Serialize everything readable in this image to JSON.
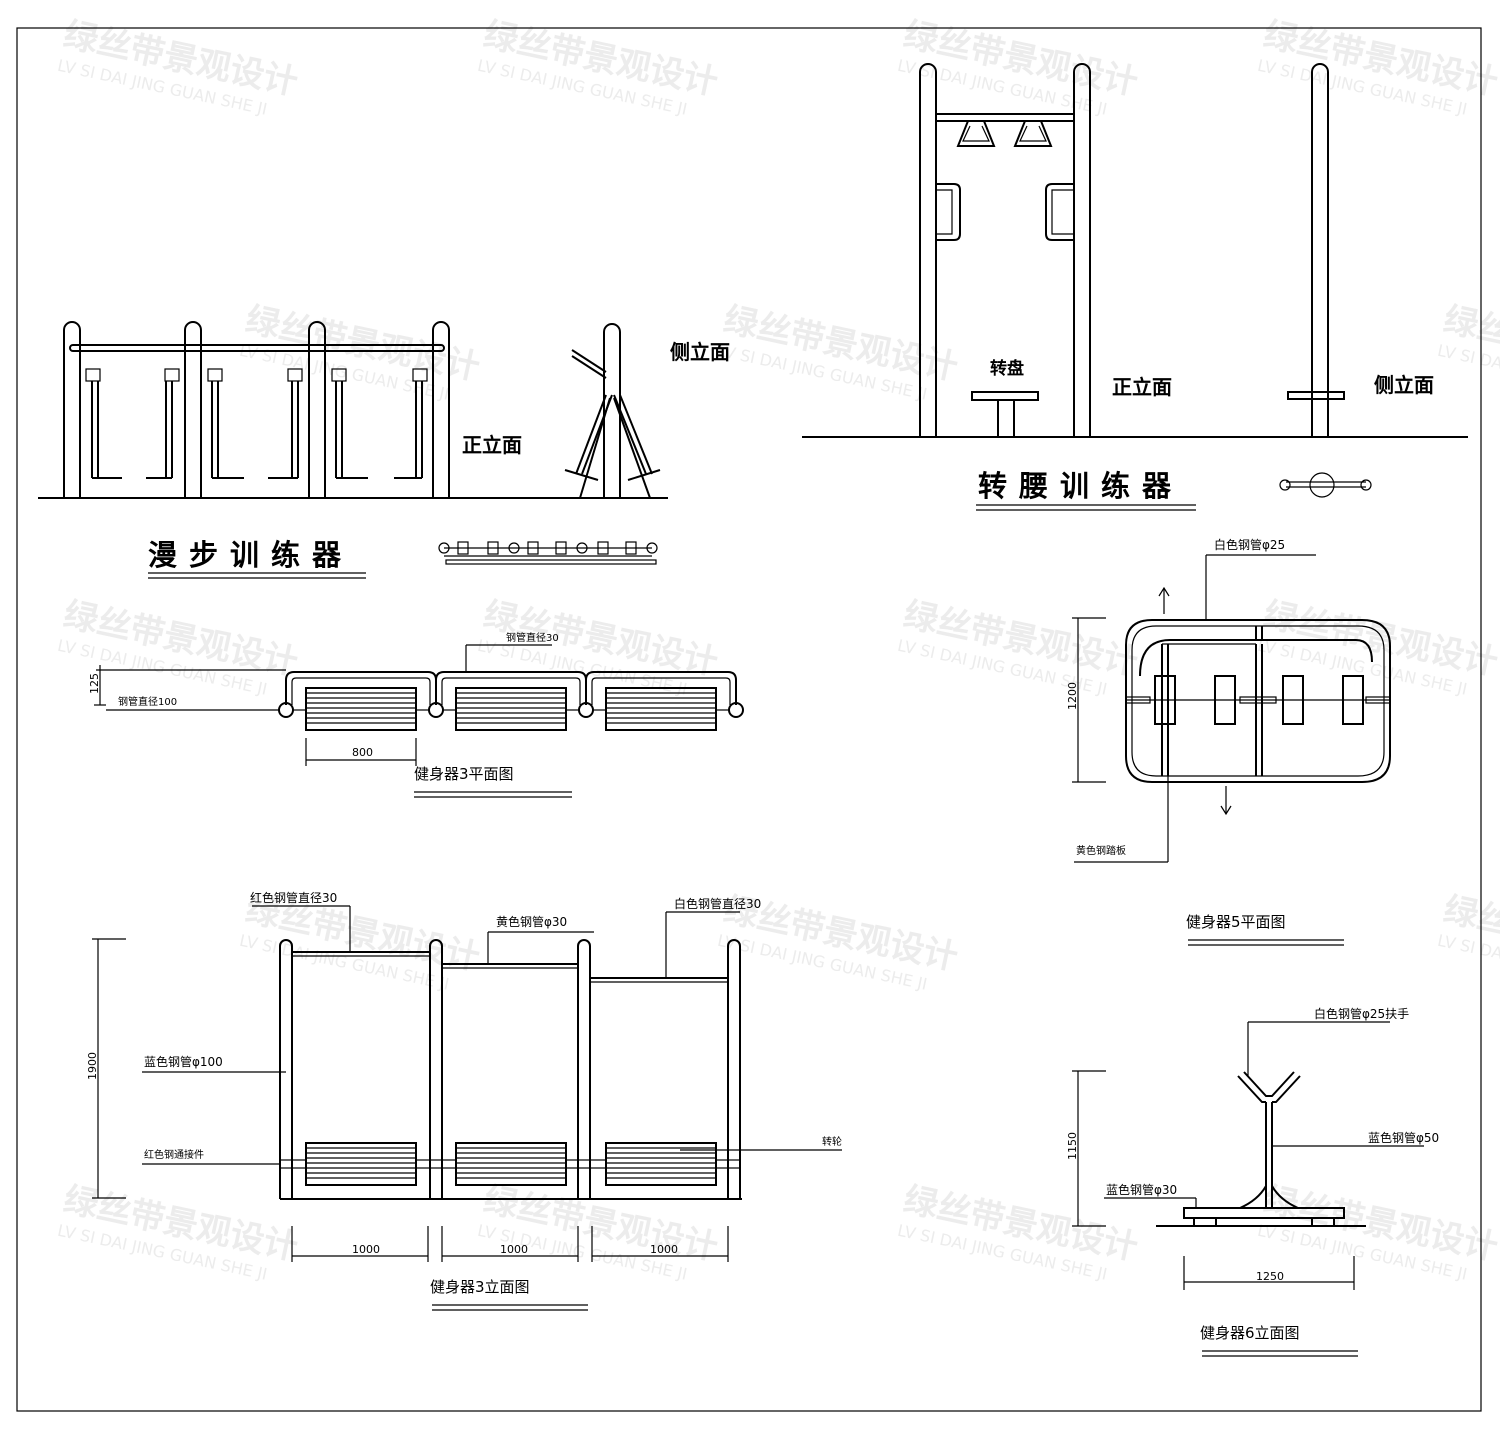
{
  "watermark": {
    "cn": "绿丝带景观设计",
    "en": "LV SI DAI JING GUAN SHE JI"
  },
  "stroll_trainer": {
    "title": "漫步训练器",
    "front_label": "正立面",
    "side_label": "侧立面"
  },
  "waist_trainer": {
    "title": "转腰训练器",
    "front_label": "正立面",
    "side_label": "侧立面",
    "turntable_label": "转盘"
  },
  "eq3_plan": {
    "title": "健身器3平面图",
    "steel_pipe_label": "钢管直径30",
    "pipe100_label": "钢管直径100",
    "dim_height": "125",
    "dim_width": "800"
  },
  "eq3_elev": {
    "title": "健身器3立面图",
    "red_pipe_label": "红色钢管直径30",
    "yellow_pipe_label": "黄色钢管φ30",
    "white_pipe_label": "白色钢管直径30",
    "blue_pipe_label": "蓝色钢管φ100",
    "red_connector_label": "红色钢通接件",
    "roller_label": "转轮",
    "dim_height": "1900",
    "dims": [
      "1000",
      "1000",
      "1000"
    ]
  },
  "eq5_plan": {
    "title": "健身器5平面图",
    "white_pipe_label": "白色钢管φ25",
    "pedal_label": "黄色钢踏板",
    "dim_height": "1200"
  },
  "eq6_elev": {
    "title": "健身器6立面图",
    "handle_label": "白色钢管φ25扶手",
    "blue50_label": "蓝色钢管φ50",
    "blue30_label": "蓝色钢管φ30",
    "dim_height": "1150",
    "dim_width": "1250"
  }
}
